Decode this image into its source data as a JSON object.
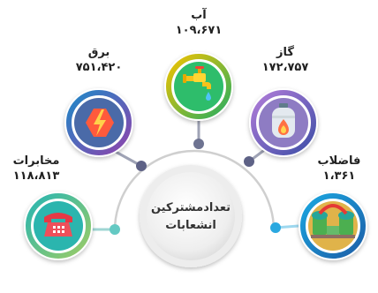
{
  "center": {
    "title_line1": "تعدادمشترکین",
    "title_line2": "انشعابات"
  },
  "services": [
    {
      "name": "آب",
      "count": "۱۰۹،۶۷۱",
      "icon": "water-tap-icon",
      "color": "#27ae60"
    },
    {
      "name": "برق",
      "count": "۷۵۱،۴۲۰",
      "icon": "lightning-icon",
      "color": "#1e88c7"
    },
    {
      "name": "گاز",
      "count": "۱۷۲،۷۵۷",
      "icon": "gas-cylinder-icon",
      "color": "#8e5fb0"
    },
    {
      "name": "مخابرات",
      "count": "۱۱۸،۸۱۳",
      "icon": "telephone-icon",
      "color": "#27b5b2"
    },
    {
      "name": "فاضلاب",
      "count": "۱،۳۶۱",
      "icon": "sewage-plant-icon",
      "color": "#1a9fd6"
    }
  ]
}
